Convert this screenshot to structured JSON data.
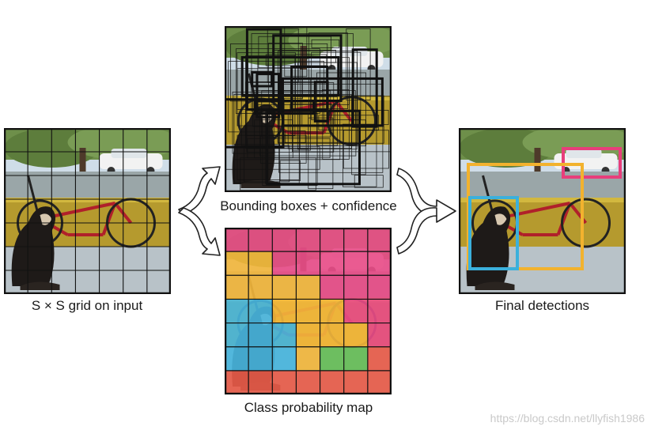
{
  "captions": {
    "input": "S × S grid on input",
    "bboxes": "Bounding boxes + confidence",
    "classmap": "Class probability map",
    "final": "Final detections"
  },
  "watermark": "https://blog.csdn.net/llyfish1986",
  "grid": {
    "size": 7
  },
  "class_map": {
    "colors": {
      "pink": "#e8407f",
      "yellow": "#f2b22e",
      "blue": "#3bb0dc",
      "green": "#5bb84a",
      "red": "#e8503c"
    },
    "cells": [
      [
        "pink",
        "pink",
        "pink",
        "pink",
        "pink",
        "pink",
        "pink"
      ],
      [
        "yellow",
        "yellow",
        "pink",
        "pink",
        "pink",
        "pink",
        "pink"
      ],
      [
        "yellow",
        "yellow",
        "yellow",
        "yellow",
        "pink",
        "pink",
        "pink"
      ],
      [
        "blue",
        "blue",
        "yellow",
        "yellow",
        "yellow",
        "pink",
        "pink"
      ],
      [
        "blue",
        "blue",
        "blue",
        "yellow",
        "yellow",
        "yellow",
        "pink"
      ],
      [
        "blue",
        "blue",
        "blue",
        "yellow",
        "green",
        "green",
        "red"
      ],
      [
        "red",
        "red",
        "red",
        "red",
        "red",
        "red",
        "red"
      ]
    ]
  },
  "detections": [
    {
      "label": "car",
      "color": "#e83e7b"
    },
    {
      "label": "bicycle",
      "color": "#f2b22e"
    },
    {
      "label": "dog",
      "color": "#3bb0dc"
    }
  ]
}
